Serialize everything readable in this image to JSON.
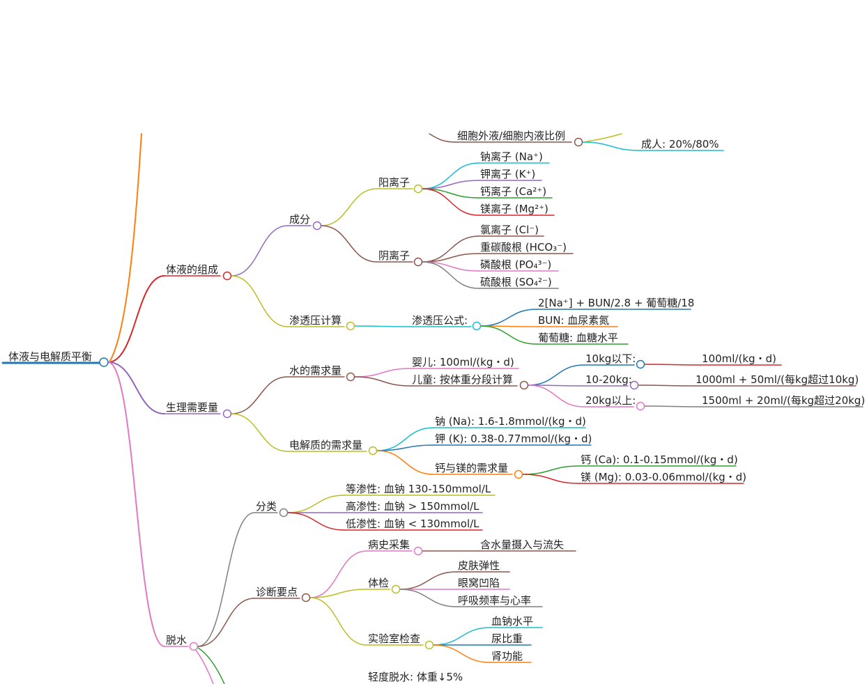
{
  "mindmap": {
    "root": {
      "label": "体液与电解质平衡",
      "color": "#1f77b4"
    },
    "nodes": {
      "top_ratio": {
        "label": "细胞外液/细胞内液比例",
        "color": "#8c564b"
      },
      "adult_ratio": {
        "label": "成人: 20%/80%",
        "color": "#17becf"
      },
      "composition": {
        "label": "体液的组成",
        "color": "#d62728"
      },
      "ingredients": {
        "label": "成分",
        "color": "#9467bd"
      },
      "cations": {
        "label": "阳离子",
        "color": "#bcbd22"
      },
      "na_ion": {
        "label": "钠离子 (Na⁺)",
        "color": "#17becf"
      },
      "k_ion": {
        "label": "钾离子 (K⁺)",
        "color": "#9467bd"
      },
      "ca_ion": {
        "label": "钙离子 (Ca²⁺)",
        "color": "#2ca02c"
      },
      "mg_ion": {
        "label": "镁离子 (Mg²⁺)",
        "color": "#d62728"
      },
      "anions": {
        "label": "阴离子",
        "color": "#8c564b"
      },
      "cl_ion": {
        "label": "氯离子 (Cl⁻)",
        "color": "#8c564b"
      },
      "hco3_ion": {
        "label": "重碳酸根 (HCO₃⁻)",
        "color": "#8c564b"
      },
      "po4_ion": {
        "label": "磷酸根 (PO₄³⁻)",
        "color": "#e377c2"
      },
      "so4_ion": {
        "label": "硫酸根 (SO₄²⁻)",
        "color": "#7f7f7f"
      },
      "osmo_calc": {
        "label": "渗透压计算",
        "color": "#bcbd22"
      },
      "osmo_formula": {
        "label": "渗透压公式:",
        "color": "#17becf"
      },
      "formula": {
        "label": "2[Na⁺] + BUN/2.8 + 葡萄糖/18",
        "color": "#1f77b4"
      },
      "bun": {
        "label": "BUN: 血尿素氮",
        "color": "#ff7f0e"
      },
      "glucose": {
        "label": "葡萄糖: 血糖水平",
        "color": "#2ca02c"
      },
      "physio": {
        "label": "生理需要量",
        "color": "#9467bd"
      },
      "water_need": {
        "label": "水的需求量",
        "color": "#8c564b"
      },
      "infant": {
        "label": "婴儿: 100ml/(kg・d)",
        "color": "#e377c2"
      },
      "child": {
        "label": "儿童: 按体重分段计算",
        "color": "#8c564b"
      },
      "under10": {
        "label": "10kg以下:",
        "color": "#1f77b4"
      },
      "under10_val": {
        "label": "100ml/(kg・d)",
        "color": "#d62728"
      },
      "w10_20": {
        "label": "10-20kg:",
        "color": "#9467bd"
      },
      "w10_20_val": {
        "label": "1000ml + 50ml/(每kg超过10kg)",
        "color": "#8c564b"
      },
      "over20": {
        "label": "20kg以上:",
        "color": "#e377c2"
      },
      "over20_val": {
        "label": "1500ml + 20ml/(每kg超过20kg)",
        "color": "#7f7f7f"
      },
      "elec_need": {
        "label": "电解质的需求量",
        "color": "#bcbd22"
      },
      "na_need": {
        "label": "钠 (Na): 1.6-1.8mmol/(kg・d)",
        "color": "#17becf"
      },
      "k_need": {
        "label": "钾 (K): 0.38-0.77mmol/(kg・d)",
        "color": "#1f77b4"
      },
      "camg_need": {
        "label": "钙与镁的需求量",
        "color": "#ff7f0e"
      },
      "ca_need": {
        "label": "钙 (Ca): 0.1-0.15mmol/(kg・d)",
        "color": "#2ca02c"
      },
      "mg_need": {
        "label": "镁 (Mg): 0.03-0.06mmol/(kg・d)",
        "color": "#d62728"
      },
      "dehydration": {
        "label": "脱水",
        "color": "#e377c2"
      },
      "classification": {
        "label": "分类",
        "color": "#7f7f7f"
      },
      "iso": {
        "label": "等渗性: 血钠 130-150mmol/L",
        "color": "#bcbd22"
      },
      "hyper": {
        "label": "高渗性: 血钠 > 150mmol/L",
        "color": "#9467bd"
      },
      "hypo": {
        "label": "低渗性: 血钠 < 130mmol/L",
        "color": "#d62728"
      },
      "diagnosis": {
        "label": "诊断要点",
        "color": "#8c564b"
      },
      "history": {
        "label": "病史采集",
        "color": "#e377c2"
      },
      "water_io": {
        "label": "含水量摄入与流失",
        "color": "#8c564b"
      },
      "exam": {
        "label": "体检",
        "color": "#bcbd22"
      },
      "skin": {
        "label": "皮肤弹性",
        "color": "#8c564b"
      },
      "eyes": {
        "label": "眼窝凹陷",
        "color": "#e377c2"
      },
      "breath": {
        "label": "呼吸频率与心率",
        "color": "#7f7f7f"
      },
      "lab": {
        "label": "实验室检查",
        "color": "#bcbd22"
      },
      "serum_na": {
        "label": "血钠水平",
        "color": "#17becf"
      },
      "urine": {
        "label": "尿比重",
        "color": "#1f77b4"
      },
      "kidney": {
        "label": "肾功能",
        "color": "#ff7f0e"
      },
      "mild": {
        "label": "轻度脱水: 体重↓5%"
      }
    },
    "partial_branch_colors": [
      "#ff7f0e",
      "#bcbd22",
      "#2ca02c"
    ]
  }
}
